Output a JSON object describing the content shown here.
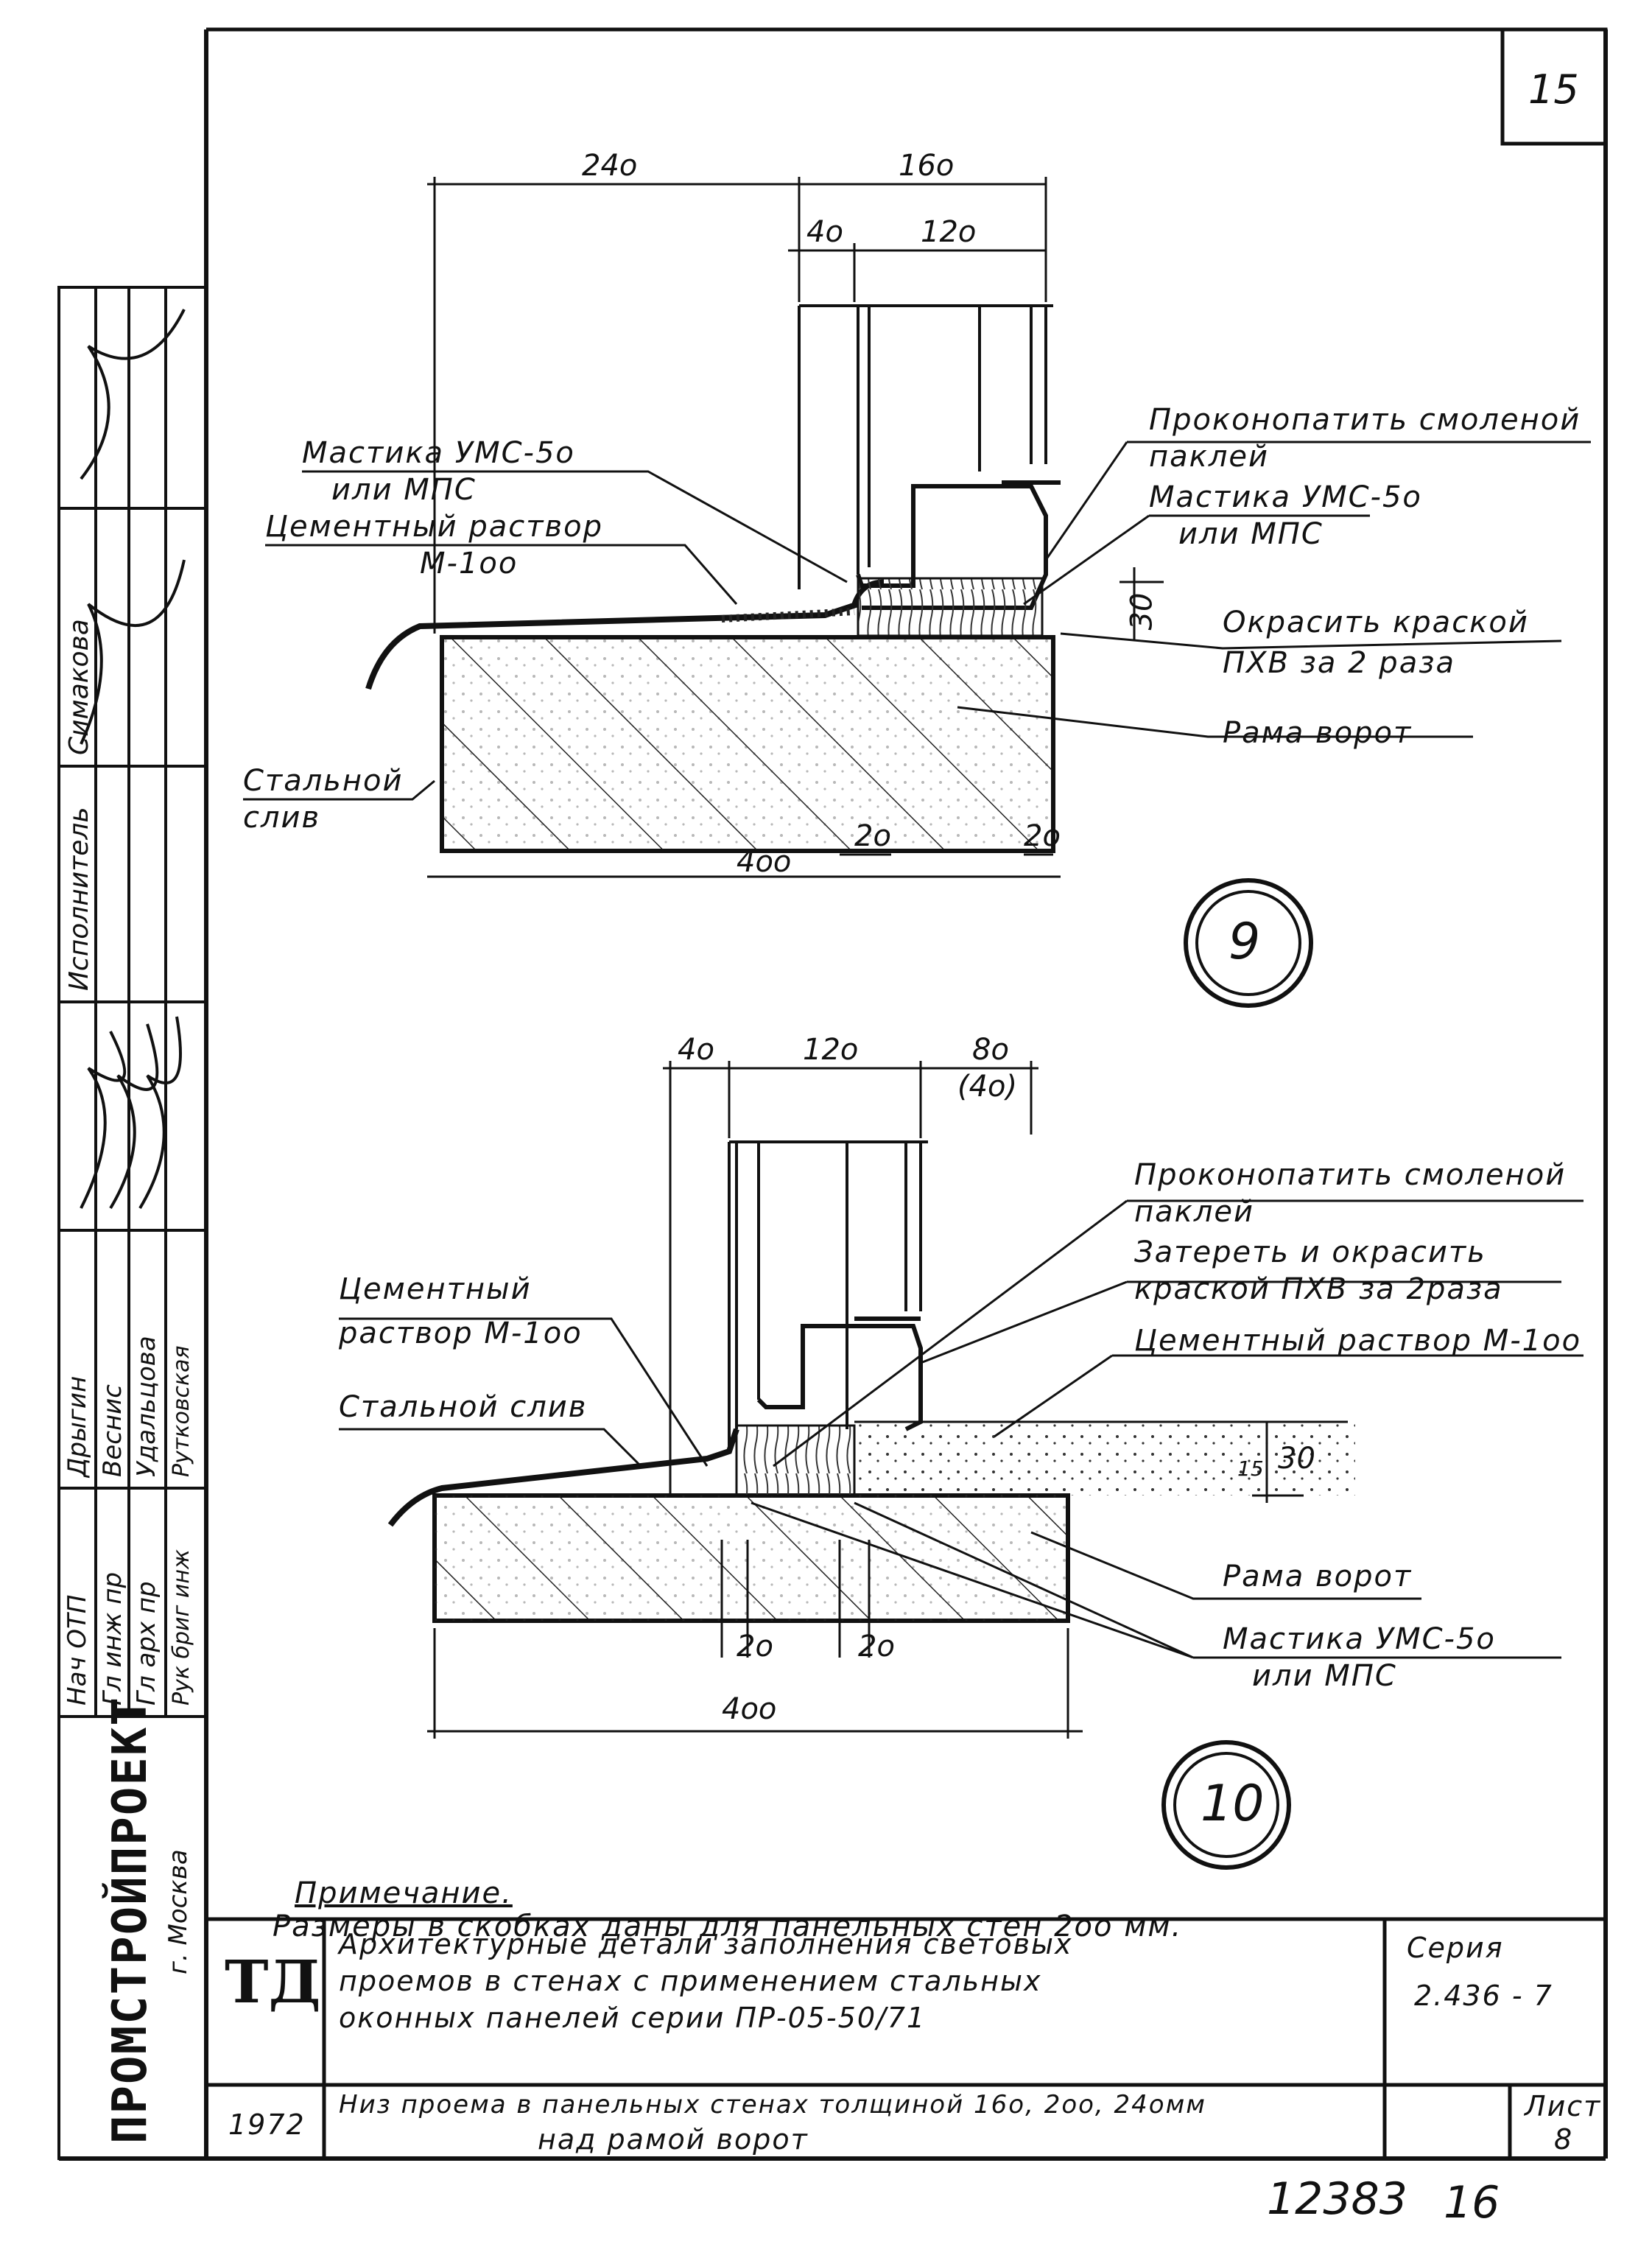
{
  "sheet_number_top": "15",
  "detail9": {
    "dims": {
      "d240": "24o",
      "d160": "16o",
      "d40": "4o",
      "d120": "12o",
      "d30": "30",
      "d20a": "2o",
      "d20b": "2o",
      "d400": "4oo"
    },
    "labels": {
      "mastic_1": "Мастика УМС-5о",
      "mastic_2": "или МПС",
      "cement_1": "Цементный раствор",
      "cement_2": "М-1оо",
      "steel_1": "Стальной",
      "steel_2": "слив",
      "caulk_1": "Проконопатить смоленой",
      "caulk_2": "паклей",
      "mastic_r1": "Мастика   УМС-5о",
      "mastic_r2": "или    МПС",
      "paint_1": "Окрасить краской",
      "paint_2": "ПХВ за 2 раза",
      "frame": "Рама ворот"
    },
    "marker": "9"
  },
  "detail10": {
    "dims": {
      "d40": "4o",
      "d120": "12o",
      "d80": "8o",
      "d80b": "(4o)",
      "d15": "15",
      "d30": "30",
      "d20a": "2o",
      "d20b": "2o",
      "d400": "4oo"
    },
    "labels": {
      "cement_1": "Цементный",
      "cement_2": "раствор М-1оо",
      "steel": "Стальной слив",
      "caulk_1": "Проконопатить смоленой",
      "caulk_2": "паклей",
      "rub_1": "Затереть и окрасить",
      "rub_2": "краской ПХВ за 2раза",
      "cement_r": "Цементный раствор М-1оо",
      "frame": "Рама ворот",
      "mastic_1": "Мастика УМС-5о",
      "mastic_2": "или МПС"
    },
    "marker": "10"
  },
  "note": {
    "heading": "Примечание.",
    "text": "Размеры в скобках даны для панельных стен   2оо мм."
  },
  "stamp": {
    "org": "ПРОМСТРОЙПРОЕКТ",
    "city": "г. Москва",
    "roles": [
      "Нач ОТП",
      "Гл инж пр",
      "Гл арх пр",
      "Рук бриг инж"
    ],
    "names": [
      "Дрыгин",
      "Веснис",
      "Удальцова",
      "Рутковская"
    ],
    "exec_role": "Исполнитель",
    "exec_name": "Симакова"
  },
  "titleblock": {
    "logo": "ТД",
    "title_1": "Архитектурные детали заполнения световых",
    "title_2": "проемов в стенах с применением стальных",
    "title_3": "оконных панелей серии ПР-05-50/71",
    "series_label": "Серия",
    "series_value": "2.436 - 7",
    "year": "1972",
    "subtitle_1": "Низ проема в панельных стенах толщиной 16о, 2оо, 24омм",
    "subtitle_2": "над рамой ворот",
    "sheet_label": "Лист",
    "sheet_value": "8"
  },
  "bottom_number": "12383",
  "bottom_page": "16"
}
